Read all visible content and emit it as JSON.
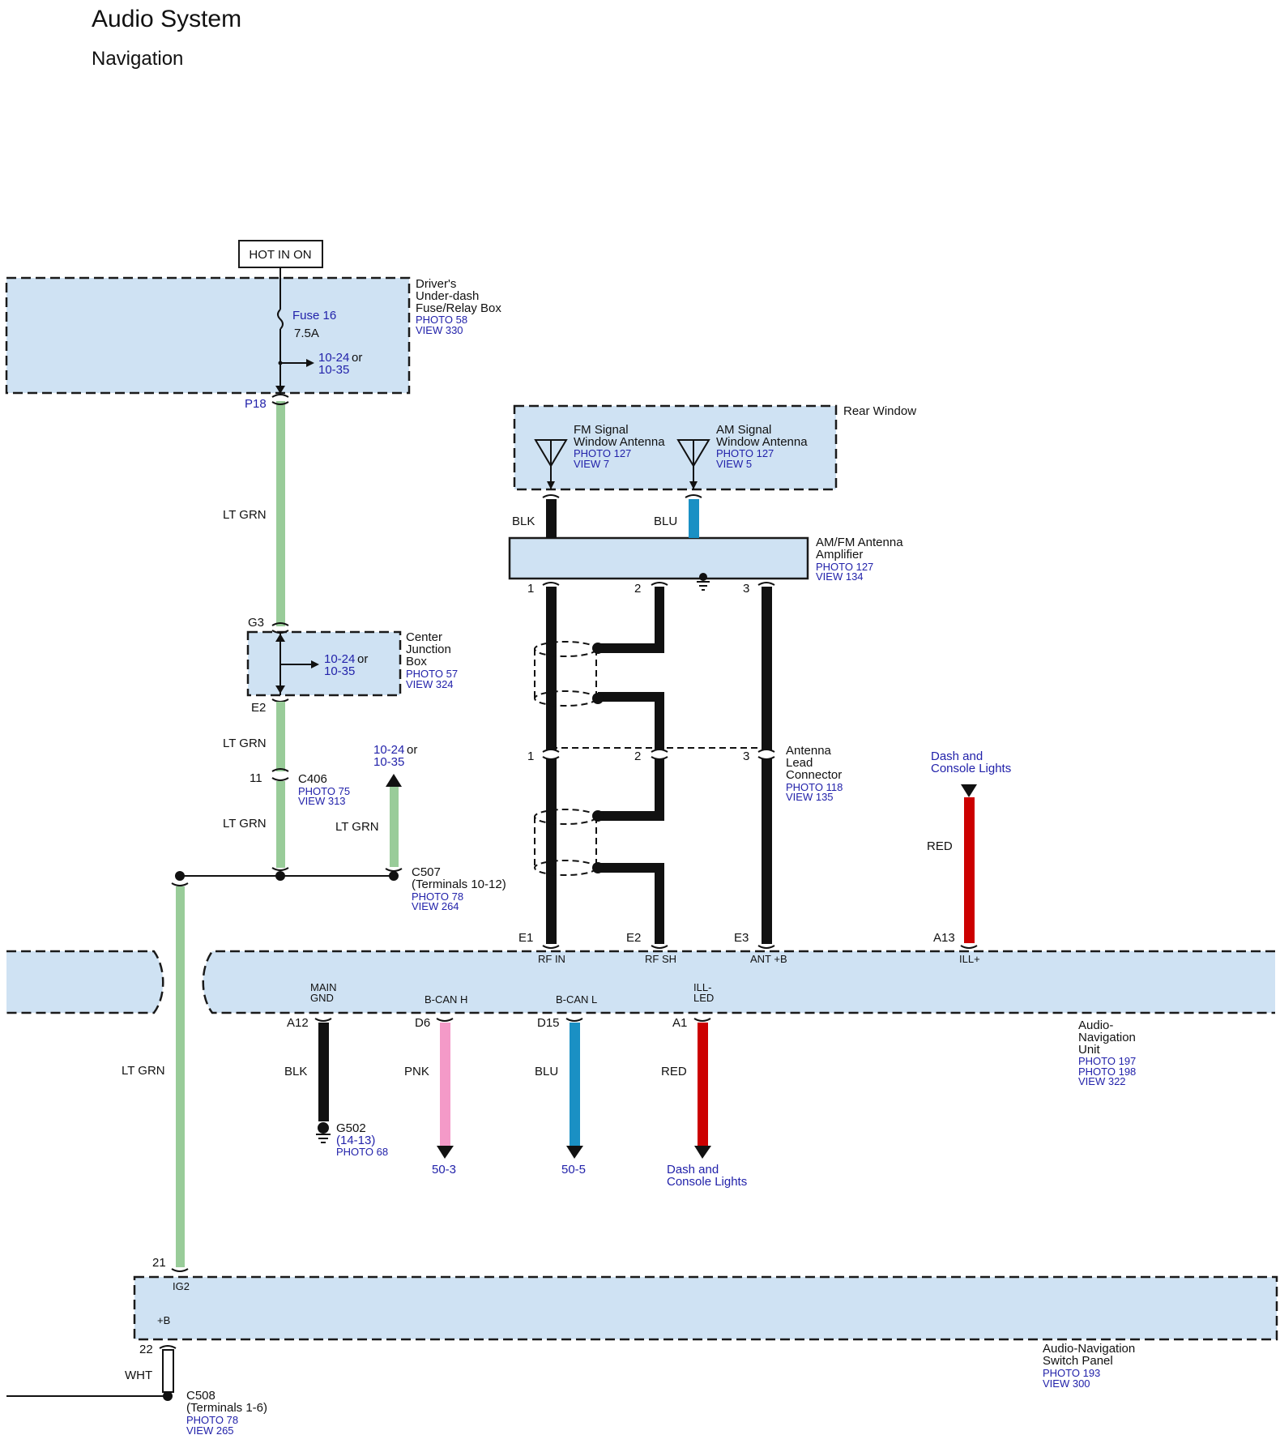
{
  "title": "Audio System",
  "subtitle": "Navigation",
  "hot_in_on": "HOT IN ON",
  "fuse_box": {
    "name_lines": [
      "Driver's",
      "Under-dash",
      "Fuse/Relay Box"
    ],
    "photo": "PHOTO 58",
    "view": "VIEW 330",
    "fuse": "Fuse 16",
    "rating": "7.5A",
    "ref_a": "10-24",
    "ref_or": "or",
    "ref_b": "10-35",
    "pin": "P18"
  },
  "rear_window": {
    "label": "Rear Window",
    "fm": {
      "l1": "FM Signal",
      "l2": "Window Antenna",
      "photo": "PHOTO 127",
      "view": "VIEW 7"
    },
    "am": {
      "l1": "AM Signal",
      "l2": "Window Antenna",
      "photo": "PHOTO 127",
      "view": "VIEW 5"
    }
  },
  "amplifier": {
    "l1": "AM/FM Antenna",
    "l2": "Amplifier",
    "photo": "PHOTO 127",
    "view": "VIEW 134",
    "pins": [
      "1",
      "2",
      "3"
    ]
  },
  "wires": {
    "lt_grn": "LT GRN",
    "blk": "BLK",
    "blu": "BLU",
    "red": "RED",
    "pnk": "PNK",
    "wht": "WHT"
  },
  "center_jb": {
    "name_lines": [
      "Center",
      "Junction",
      "Box"
    ],
    "photo": "PHOTO 57",
    "view": "VIEW 324",
    "ref_a": "10-24",
    "ref_or": "or",
    "ref_b": "10-35",
    "pin_in": "G3",
    "pin_out": "E2"
  },
  "c406": {
    "pin": "11",
    "name": "C406",
    "photo": "PHOTO 75",
    "view": "VIEW 313"
  },
  "c507": {
    "name": "C507",
    "terms": "(Terminals 10-12)",
    "photo": "PHOTO 78",
    "view": "VIEW 264",
    "ref_a": "10-24",
    "ref_or": "or",
    "ref_b": "10-35"
  },
  "antenna_lead": {
    "name_lines": [
      "Antenna",
      "Lead",
      "Connector"
    ],
    "photo": "PHOTO 118",
    "view": "VIEW 135",
    "pins": [
      "1",
      "2",
      "3"
    ]
  },
  "dash_lights_top": {
    "l1": "Dash and",
    "l2": "Console Lights"
  },
  "nav_unit": {
    "name_lines": [
      "Audio-",
      "Navigation",
      "Unit"
    ],
    "photos": [
      "PHOTO 197",
      "PHOTO 198"
    ],
    "view": "VIEW 322",
    "top_pins": [
      {
        "pin": "E1",
        "label": "RF IN"
      },
      {
        "pin": "E2",
        "label": "RF SH"
      },
      {
        "pin": "E3",
        "label": "ANT +B"
      },
      {
        "pin": "A13",
        "label": "ILL+"
      }
    ],
    "bottom_pins": [
      {
        "pin": "A12",
        "l1": "MAIN",
        "l2": "GND"
      },
      {
        "pin": "D6",
        "l1": "B-CAN H",
        "l2": ""
      },
      {
        "pin": "D15",
        "l1": "B-CAN L",
        "l2": ""
      },
      {
        "pin": "A1",
        "l1": "ILL-",
        "l2": "LED"
      }
    ]
  },
  "g502": {
    "name": "G502",
    "ref": "(14-13)",
    "photo": "PHOTO 68"
  },
  "refs": {
    "d6_ref": "50-3",
    "d15_ref": "50-5"
  },
  "dash_lights_bottom": {
    "l1": "Dash and",
    "l2": "Console Lights"
  },
  "switch_panel": {
    "name_lines": [
      "Audio-Navigation",
      "Switch Panel"
    ],
    "photo": "PHOTO 193",
    "view": "VIEW 300",
    "pin_ig2": "21",
    "label_ig2": "IG2",
    "pin_b": "22",
    "label_b": "+B"
  },
  "c508": {
    "name": "C508",
    "terms": "(Terminals 1-6)",
    "photo": "PHOTO 78",
    "view": "VIEW 265"
  },
  "colors": {
    "box_fill": "#cfe2f3",
    "lt_grn": "#99cc99",
    "blk": "#111111",
    "blu": "#1a90c4",
    "red": "#cc0000",
    "pnk": "#f49ac8",
    "link": "#2222aa"
  }
}
